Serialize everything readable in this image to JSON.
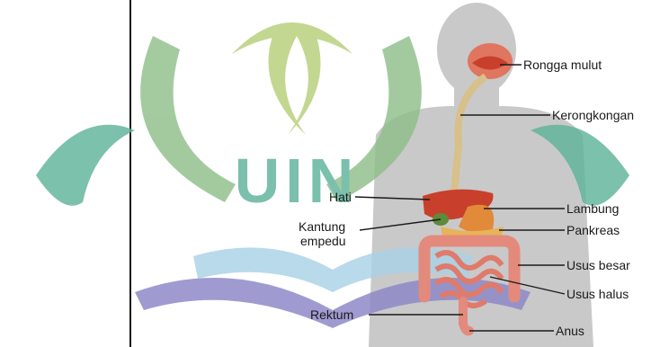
{
  "diagram": {
    "labels": {
      "mouth": "Rongga mulut",
      "esophagus": "Kerongkongan",
      "liver": "Hati",
      "stomach": "Lambung",
      "gallbladder_line1": "Kantung",
      "gallbladder_line2": "empedu",
      "pancreas": "Pankreas",
      "large_intestine": "Usus besar",
      "small_intestine": "Usus halus",
      "rectum": "Rektum",
      "anus": "Anus"
    },
    "watermark": {
      "text": "UIN",
      "colors": {
        "green": "#8fbf8a",
        "teal": "#5fb39a",
        "leaf": "#b7cf7a",
        "blue": "#a9d2e6",
        "purple": "#8b86c8"
      }
    },
    "colors": {
      "silhouette": "#c9c9c9",
      "organ_red": "#c8402b",
      "organ_orange": "#e08a3a",
      "intestine_pink": "#e48a7c",
      "line": "#1a1a1a"
    }
  }
}
